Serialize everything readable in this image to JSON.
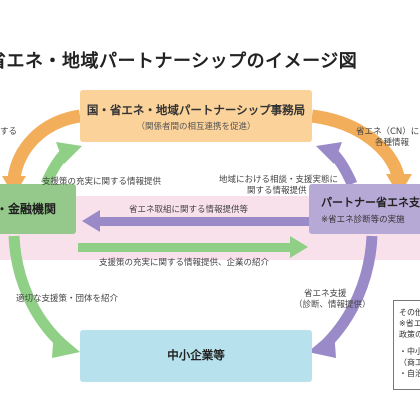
{
  "title": "省エネ・地域パートナーシップのイメージ図",
  "nodes": {
    "national": {
      "label": "国・省エネ・地域パートナーシップ事務局",
      "sub": "（関係者間の相互連携を促進）"
    },
    "bank": {
      "label": "・金融機関"
    },
    "partner": {
      "label": "パートナー省エネ支",
      "sub": "※省エネ診断等の実施"
    },
    "sme": {
      "label": "中小企業等"
    }
  },
  "edges": {
    "top_left": "する",
    "top_right_line1": "省エネ（CN）に",
    "top_right_line2": "各種情報",
    "bank_to_national": "支援策の充実に関する情報提供",
    "partner_to_national_line1": "地域における相談・支援実態に",
    "partner_to_national_line2": "関する情報提供",
    "partner_to_bank": "省エネ取組に関する情報提供等",
    "bank_to_partner": "支援策の充実に関する情報提供、企業の紹介",
    "bank_to_sme": "適切な支援策・団体を紹介",
    "partner_to_sme_line1": "省エネ支援",
    "partner_to_sme_line2": "（診断、情報提供）"
  },
  "side_note": {
    "line1": "その他",
    "line2": "※省エ",
    "line3": "政策の",
    "line4": "・中小",
    "line5": "（商工",
    "line6": "・自治"
  },
  "colors": {
    "orange": "#f2ae5a",
    "orange_box": "#fbd29a",
    "green": "#8fcf86",
    "green_box": "#95c98b",
    "purple": "#9a8bc8",
    "purple_box": "#b7a9d6",
    "cyan_box": "#b7e1ec",
    "band": "#f9e1ec"
  }
}
